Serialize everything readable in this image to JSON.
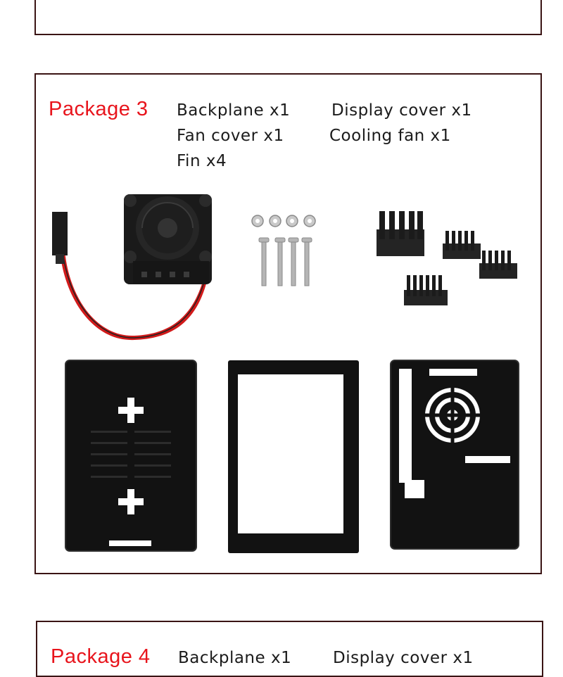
{
  "packages": [
    {
      "title": "Package 3",
      "items": [
        "Backplane x1",
        "Display cover x1",
        "Fan cover x1",
        "Cooling fan x1",
        "Fin x4"
      ]
    },
    {
      "title": "Package 4",
      "items": [
        "Backplane x1",
        "Display cover x1"
      ]
    }
  ],
  "icons": {
    "fan": "cooling-fan-icon",
    "screws": "screws-icon",
    "heatsinks": "heatsink-fins-icon",
    "backplane": "backplane-icon",
    "display_cover": "display-cover-icon",
    "fan_cover": "fan-cover-icon"
  },
  "colors": {
    "title_red": "#e8141c",
    "border": "#3a1414",
    "cable_red": "#d11a1a"
  }
}
